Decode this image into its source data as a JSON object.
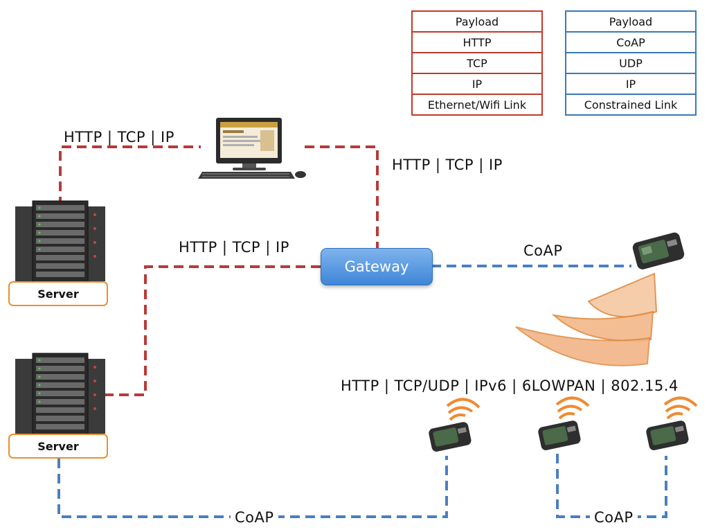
{
  "http_stack": {
    "layers": [
      "Payload",
      "HTTP",
      "TCP",
      "IP",
      "Ethernet/Wifi Link"
    ],
    "color": "#c0392b"
  },
  "coap_stack": {
    "layers": [
      "Payload",
      "CoAP",
      "UDP",
      "IP",
      "Constrained Link"
    ],
    "color": "#3a78b5"
  },
  "labels": {
    "server_to_computer": "HTTP | TCP | IP",
    "computer_to_gateway": "HTTP | TCP | IP",
    "server_to_gateway": "HTTP | TCP | IP",
    "gateway_to_device": "CoAP",
    "device_stack": "HTTP | TCP/UDP | IPv6 | 6LOWPAN | 802.15.4",
    "server_to_devices": "CoAP",
    "device_to_device": "CoAP"
  },
  "gateway": {
    "label": "Gateway"
  },
  "servers": [
    {
      "label": "Server"
    },
    {
      "label": "Server"
    }
  ],
  "colors": {
    "http_link": "#b83a3a",
    "coap_link": "#4a7fc0",
    "gateway": "#4a8fe0",
    "server_label_border": "#e8902e",
    "radio_wave": "#f0a060"
  },
  "icons": [
    "server-rack-icon",
    "desktop-computer-icon",
    "sensor-device-icon",
    "radio-wave-icon"
  ]
}
